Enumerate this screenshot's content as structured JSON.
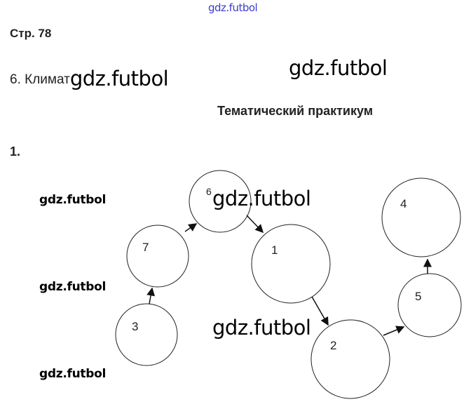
{
  "watermark": "gdz.futbol",
  "header": {
    "page": "Стр. 78",
    "topic": "6. Климат"
  },
  "subtitle": "Тематический практикум",
  "task_number": "1.",
  "diagram": {
    "nodes": [
      "3",
      "7",
      "6",
      "1",
      "2",
      "5",
      "4"
    ],
    "sequence": [
      "3",
      "7",
      "6",
      "1",
      "2",
      "5",
      "4"
    ]
  }
}
